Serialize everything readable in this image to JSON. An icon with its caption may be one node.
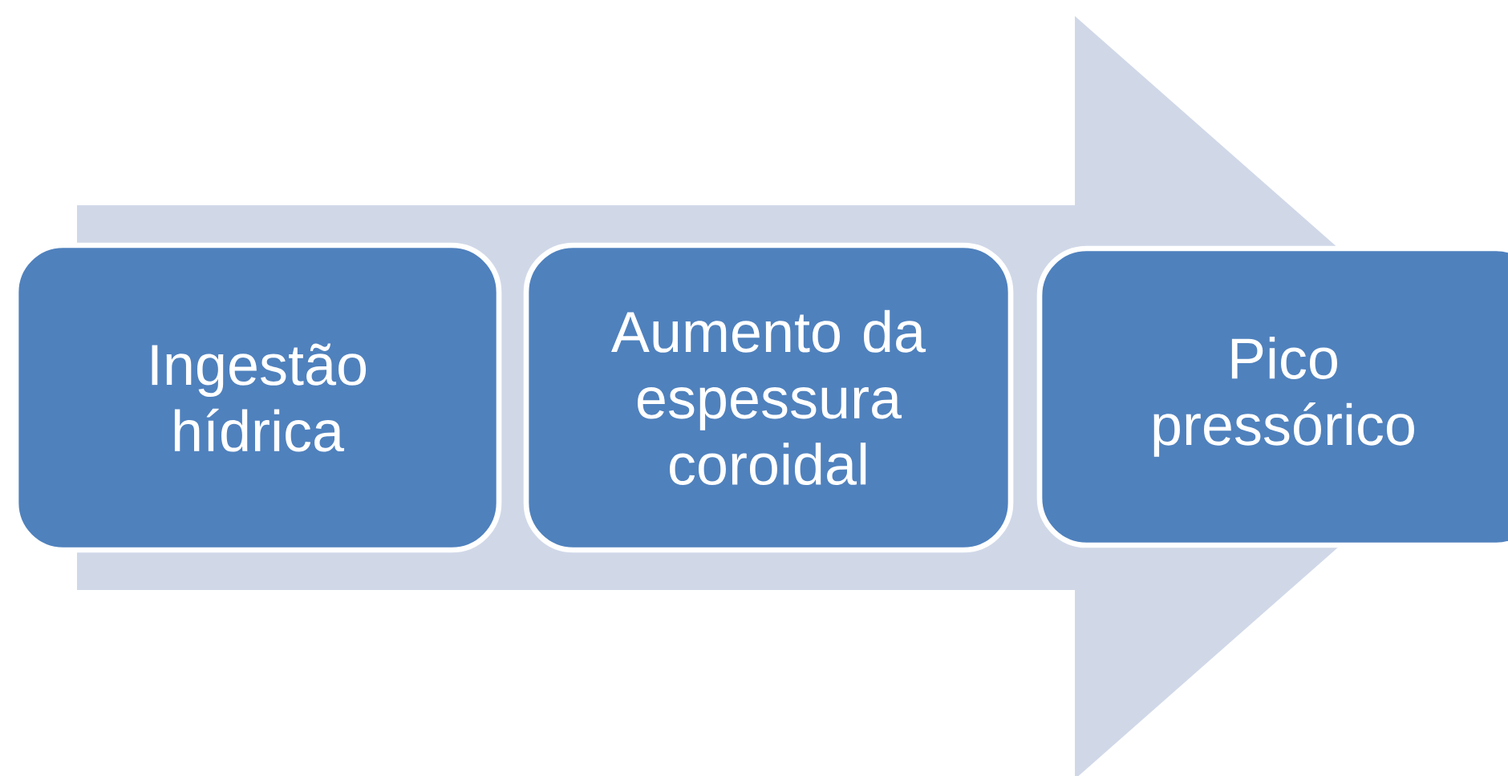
{
  "diagram": {
    "nodes": [
      {
        "text": [
          "Ingestão hídrica"
        ]
      },
      {
        "text": [
          "Aumento da espessura coroidal"
        ]
      },
      {
        "text": [
          "Pico pressórico"
        ]
      }
    ],
    "edges": [
      {
        "from": 0,
        "to": 2,
        "arrow": "to"
      }
    ]
  }
}
